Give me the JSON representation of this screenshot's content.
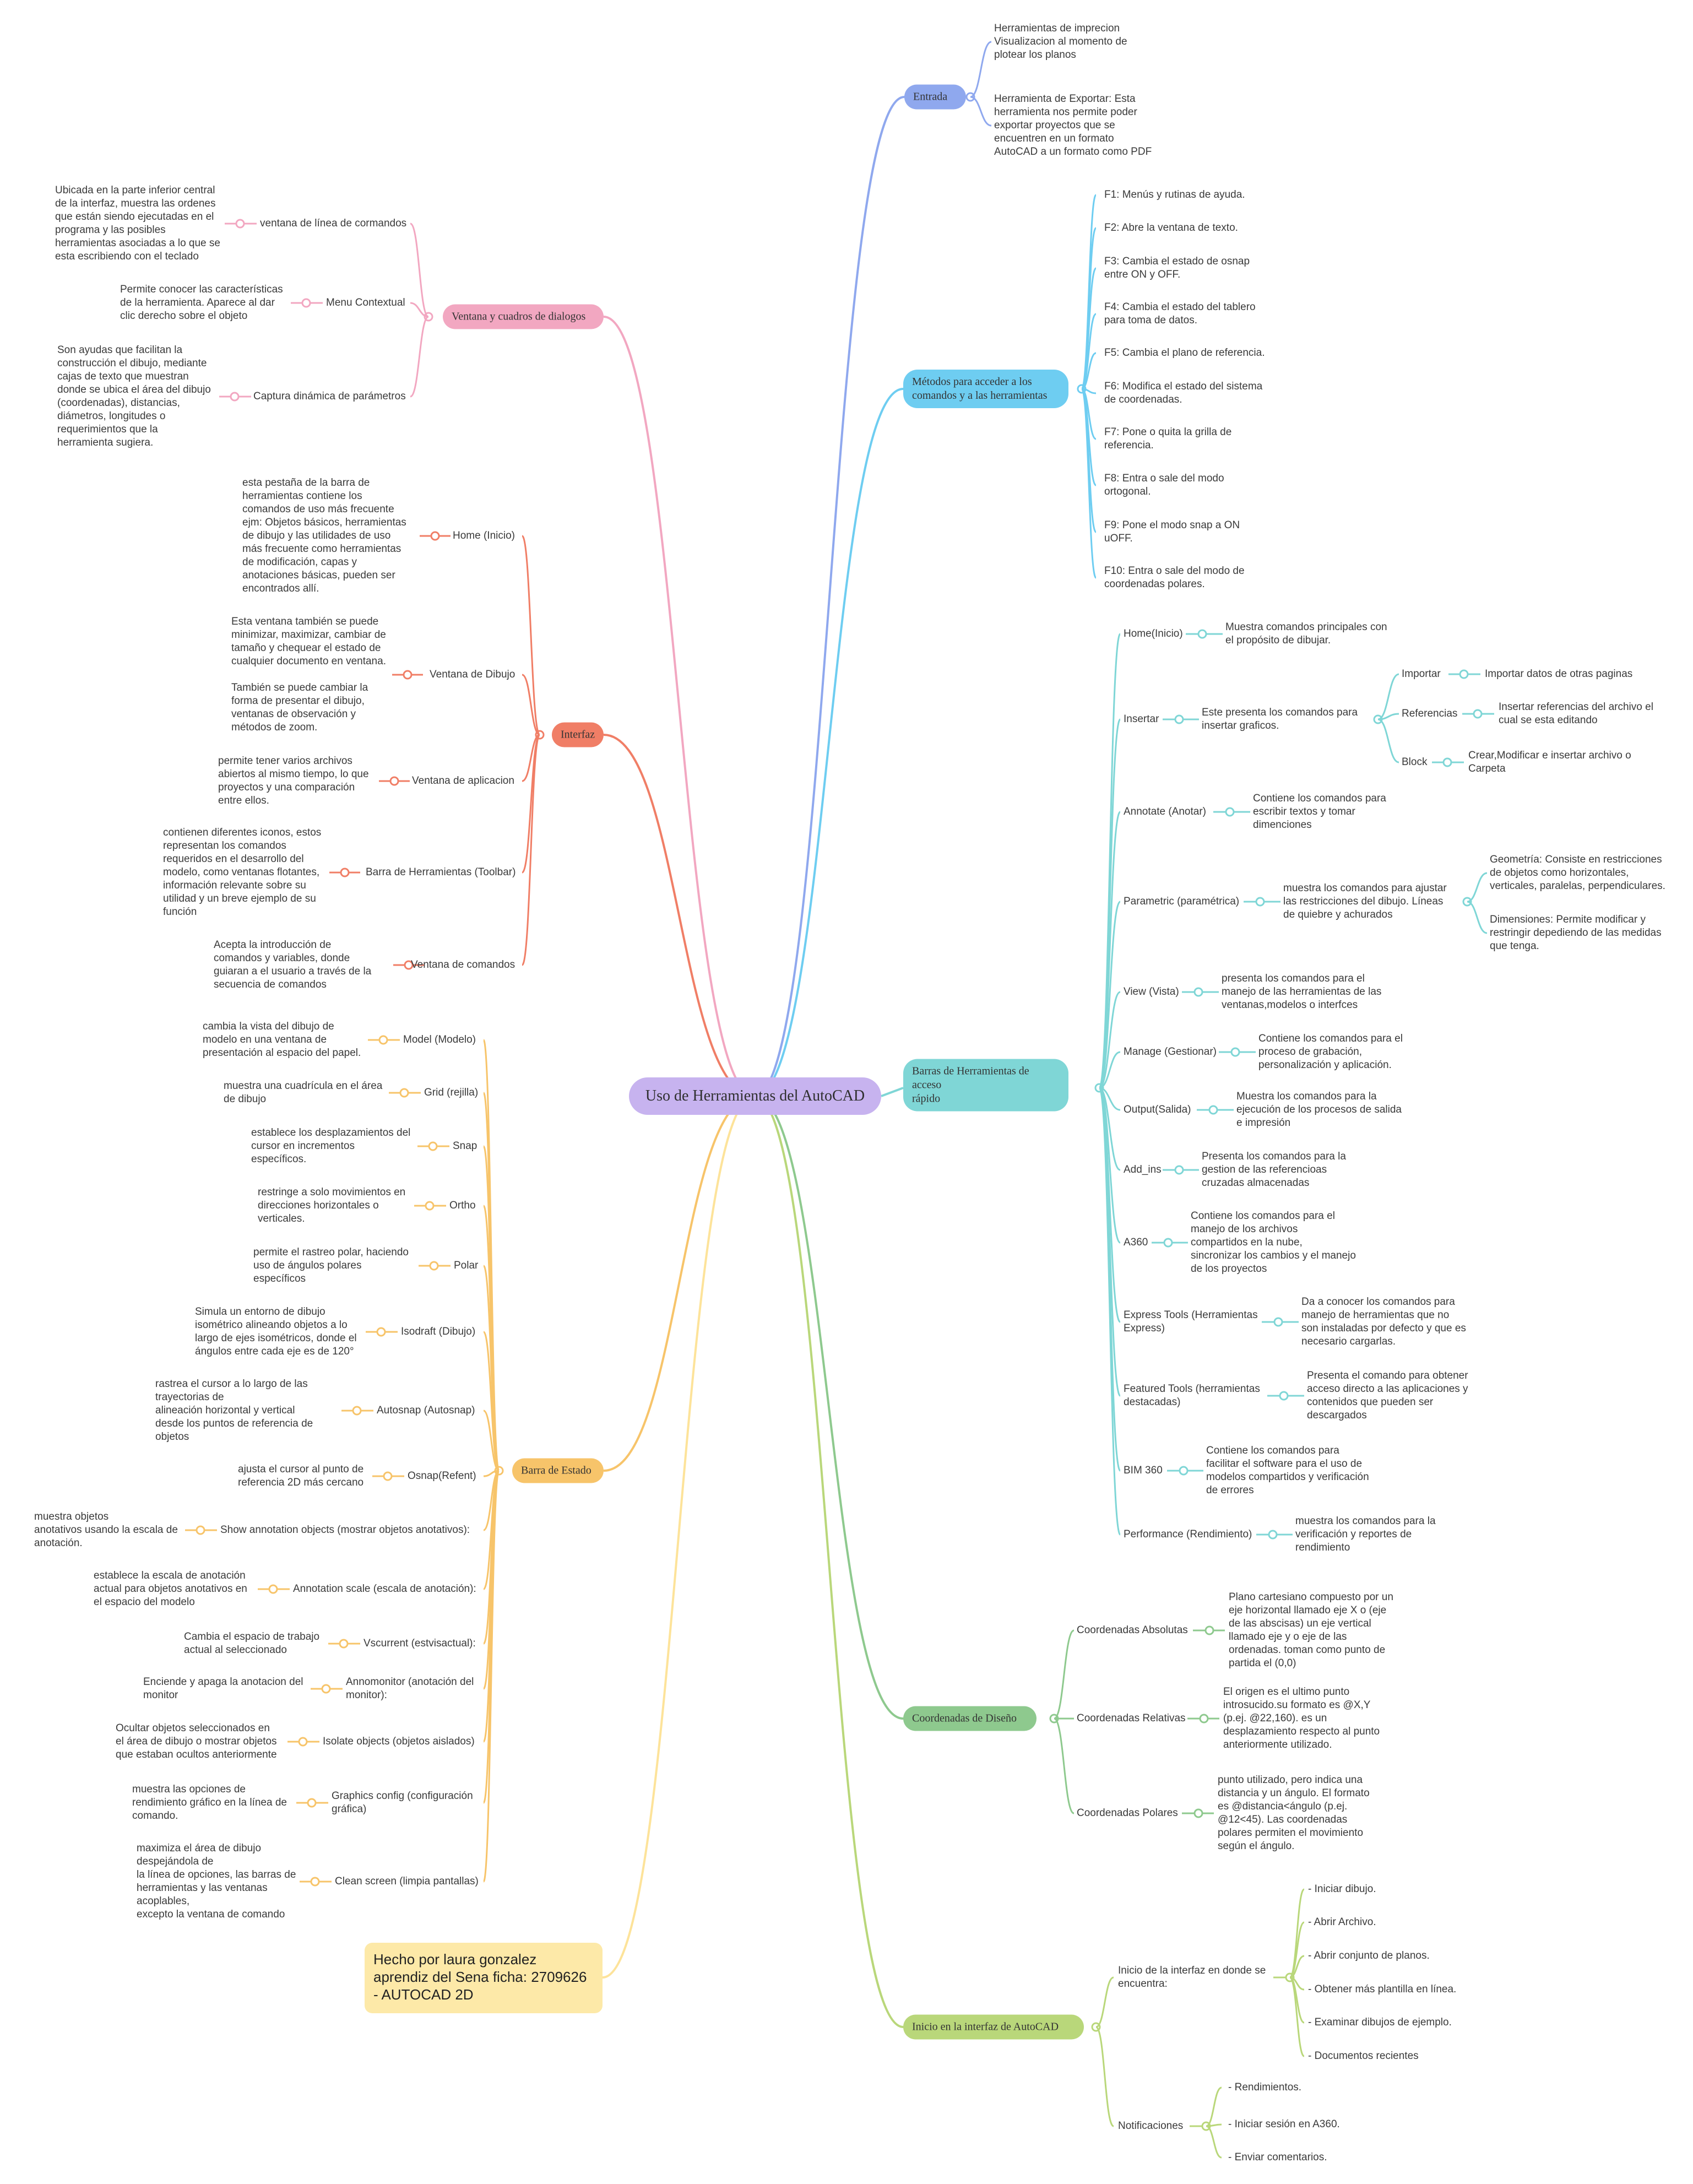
{
  "root": "Uso de Herramientas del AutoCAD",
  "note": "Hecho por laura gonzalez aprendiz del Sena ficha: 2709626 - AUTOCAD 2D",
  "colors": {
    "entrada": "#8fa8ee",
    "metodos": "#6ecdf1",
    "barras": "#7fd6d6",
    "coordenadas": "#8ec98e",
    "inicio": "#b9d77a",
    "ventana": "#f2a7c1",
    "interfaz": "#f07e66",
    "estado": "#f7c46a"
  },
  "nodes": {
    "entrada": {
      "label": "Entrada",
      "items": [
        "Herramientas de imprecion\nVisualizacion al momento de\nplotear los planos",
        "Herramienta de Exportar: Esta\nherramienta nos permite poder\nexportar proyectos que se\nencuentren en un formato\nAutoCAD a un formato como PDF"
      ]
    },
    "metodos": {
      "label": "Métodos para acceder a los\ncomandos y a las herramientas",
      "items": [
        "F1: Menús y rutinas de ayuda.",
        "F2: Abre la ventana de texto.",
        "F3: Cambia el estado de osnap\nentre ON y OFF.",
        "F4: Cambia el estado del tablero\npara toma de datos.",
        "F5: Cambia el plano de referencia.",
        "F6: Modifica el estado del sistema\nde coordenadas.",
        "F7: Pone o quita la grilla de\nreferencia.",
        "F8: Entra o sale del modo\nortogonal.",
        "F9: Pone el modo snap a ON\nuOFF.",
        "F10: Entra o sale del modo de\ncoordenadas polares."
      ]
    },
    "barras": {
      "label": "Barras de Herramientas de acceso\nrápido",
      "items": [
        {
          "k": "Home(Inicio)",
          "v": "Muestra comandos principales con\nel propósito de dibujar."
        },
        {
          "k": "Insertar",
          "v": "Este presenta los comandos para\ninsertar graficos."
        },
        {
          "k": "Annotate (Anotar)",
          "v": "Contiene los comandos para\nescribir textos y tomar\ndimenciones"
        },
        {
          "k": "Parametric (paramétrica)",
          "v": "muestra los comandos para ajustar\nlas restricciones del dibujo.  Líneas\nde quiebre y achurados"
        },
        {
          "k": "View (Vista)",
          "v": "presenta los comandos para el\nmanejo de las herramientas de las\nventanas,modelos o interfces"
        },
        {
          "k": "Manage (Gestionar)",
          "v": "Contiene los comandos para el\nproceso de grabación,\npersonalización y aplicación."
        },
        {
          "k": "Output(Salida)",
          "v": "Muestra los comandos para la\nejecución de los procesos de salida\ne impresión"
        },
        {
          "k": "Add_ins",
          "v": "Presenta los comandos para la\ngestion de las referencioas\ncruzadas almacenadas"
        },
        {
          "k": "A360",
          "v": "Contiene los comandos para el\nmanejo de los archivos\ncompartidos en la nube,\nsincronizar los cambios y el manejo\nde los proyectos"
        },
        {
          "k": "Express Tools (Herramientas\nExpress)",
          "v": "Da a conocer los comandos para\nmanejo de herramientas que no\nson instaladas por defecto y que es\nnecesario cargarlas."
        },
        {
          "k": "Featured Tools (herramientas\ndestacadas)",
          "v": "Presenta el comando para obtener\nacceso directo a las aplicaciones y\ncontenidos que pueden ser\ndescargados"
        },
        {
          "k": "BIM 360",
          "v": "Contiene los comandos para\nfacilitar el software para el uso de\nmodelos compartidos y verificación\nde errores"
        },
        {
          "k": "Performance (Rendimiento)",
          "v": "muestra los comandos para la\nverificación y reportes de\nrendimiento"
        }
      ],
      "insertar_sub": [
        {
          "k": "Importar",
          "v": "Importar datos de otras paginas"
        },
        {
          "k": "Referencias",
          "v": "Insertar referencias del archivo el\ncual se esta editando"
        },
        {
          "k": "Block",
          "v": "Crear,Modificar e insertar archivo o\nCarpeta"
        }
      ],
      "parametric_sub": [
        "Geometría: Consiste en restricciones\nde objetos como horizontales,\nverticales, paralelas, perpendiculares.",
        "Dimensiones: Permite modificar y\nrestringir depediendo de las medidas\nque tenga."
      ]
    },
    "coordenadas": {
      "label": "Coordenadas de Diseño",
      "items": [
        {
          "k": "Coordenadas Absolutas",
          "v": "Plano cartesiano compuesto por un\neje horizontal llamado eje X o (eje\nde las abscisas) un eje vertical\nllamado eje y o eje de las\nordenadas. toman como punto de\npartida el (0,0)"
        },
        {
          "k": "Coordenadas Relativas",
          "v": "El origen es el ultimo punto\nintrosucido.su formato es @X,Y\n(p.ej. @22,160). es un\ndesplazamiento respecto al punto\nanteriormente utilizado."
        },
        {
          "k": "Coordenadas Polares",
          "v": "punto utilizado, pero indica una\ndistancia y un ángulo. El formato\nes @distancia<ángulo (p.ej.\n@12<45).  Las coordenadas\npolares permiten el movimiento\nsegún el ángulo."
        }
      ]
    },
    "inicio": {
      "label": "Inicio en la interfaz de AutoCAD",
      "groups": [
        {
          "k": "Inicio de la interfaz en donde se\nencuentra:",
          "items": [
            "- Iniciar dibujo.",
            "- Abrir Archivo.",
            "- Abrir conjunto de planos.",
            "- Obtener más plantilla en línea.",
            "- Examinar dibujos de ejemplo.",
            "- Documentos recientes"
          ]
        },
        {
          "k": "Notificaciones",
          "items": [
            "- Rendimientos.",
            "- Iniciar sesión en A360.",
            "- Enviar comentarios."
          ]
        }
      ]
    },
    "ventana": {
      "label": "Ventana y cuadros de dialogos",
      "items": [
        {
          "k": "ventana de línea de cormandos",
          "v": "Ubicada en la parte inferior central\nde la interfaz, muestra las ordenes\nque están siendo ejecutadas en el\nprograma y las posibles\nherramientas asociadas a lo que se\nesta escribiendo con el teclado"
        },
        {
          "k": "Menu Contextual",
          "v": "Permite conocer las características\nde la herramienta. Aparece al dar\nclic derecho sobre el objeto"
        },
        {
          "k": "Captura dinámica de parámetros",
          "v": "Son ayudas que facilitan la\nconstrucción el dibujo, mediante\ncajas de texto que muestran\ndonde se ubica el área del dibujo\n(coordenadas), distancias,\ndiámetros, longitudes o\nrequerimientos que la\nherramienta sugiera."
        }
      ]
    },
    "interfaz": {
      "label": "Interfaz",
      "items": [
        {
          "k": "Home (Inicio)",
          "v": "esta pestaña de la barra de\nherramientas contiene los\ncomandos de uso más frecuente\n ejm: Objetos básicos, herramientas\nde dibujo y las utilidades de uso\nmás frecuente como herramientas\nde modificación, capas y\nanotaciones básicas, pueden ser\nencontrados allí."
        },
        {
          "k": "Ventana de Dibujo",
          "v": "Esta ventana también se puede\nminimizar, maximizar, cambiar de\ntamaño y chequear el estado de\ncualquier documento en ventana.\n\nTambién se puede cambiar la\nforma de presentar el dibujo,\nventanas de observación y\nmétodos de zoom."
        },
        {
          "k": "Ventana de aplicacion",
          "v": "permite tener varios archivos\nabiertos al mismo tiempo, lo que\nproyectos y una comparación\nentre ellos."
        },
        {
          "k": "Barra de Herramientas (Toolbar)",
          "v": "contienen diferentes iconos, estos\nrepresentan los comandos\nrequeridos en el desarrollo del\nmodelo, como ventanas flotantes,\ninformación relevante sobre su\nutilidad y un breve ejemplo de su\nfunción"
        },
        {
          "k": "Ventana de comandos",
          "v": "Acepta la introducción de\ncomandos y variables, donde\nguiaran a el usuario a través de la\nsecuencia de comandos"
        }
      ]
    },
    "estado": {
      "label": "Barra de Estado",
      "items": [
        {
          "k": "Model (Modelo)",
          "v": "cambia la vista del dibujo de\nmodelo en una ventana de\npresentación al espacio del papel."
        },
        {
          "k": "Grid (rejilla)",
          "v": "muestra una cuadrícula en el área\nde dibujo"
        },
        {
          "k": "Snap",
          "v": "establece los desplazamientos del\ncursor en incrementos\nespecíficos."
        },
        {
          "k": "Ortho",
          "v": "restringe a solo movimientos en\ndirecciones horizontales o\nverticales."
        },
        {
          "k": "Polar",
          "v": "permite el rastreo polar, haciendo\nuso de ángulos polares\nespecíficos"
        },
        {
          "k": "Isodraft (Dibujo)",
          "v": "Simula un entorno de dibujo\nisométrico alineando objetos a lo\nlargo de ejes isométricos, donde el\nángulos entre cada eje es de 120°"
        },
        {
          "k": "Autosnap (Autosnap)",
          "v": "rastrea el cursor a lo largo de las\ntrayectorias de\nalineación horizontal y vertical\ndesde los puntos de referencia de\nobjetos"
        },
        {
          "k": "Osnap(Refent)",
          "v": "ajusta el cursor al punto de\nreferencia 2D más cercano"
        },
        {
          "k": "Show annotation objects (mostrar objetos anotativos):",
          "v": "muestra objetos\nanotativos usando la escala de\nanotación."
        },
        {
          "k": "Annotation scale (escala de anotación):",
          "v": "establece la escala de anotación\nactual para objetos anotativos en\nel espacio del modelo"
        },
        {
          "k": "Vscurrent (estvisactual):",
          "v": "Cambia el espacio de trabajo\nactual al seleccionado"
        },
        {
          "k": "Annomonitor (anotación del\nmonitor):",
          "v": "Enciende y apaga la anotacion del\nmonitor"
        },
        {
          "k": "Isolate objects (objetos aislados)",
          "v": "Ocultar objetos seleccionados en\nel área de dibujo o mostrar objetos\nque estaban ocultos anteriormente"
        },
        {
          "k": "Graphics config (configuración\ngráfica)",
          "v": "muestra las opciones de\nrendimiento gráfico en la línea de\ncomando."
        },
        {
          "k": "Clean screen (limpia pantallas)",
          "v": "maximiza el área de dibujo\ndespejándola de\nla línea de opciones, las barras de\nherramientas y las ventanas\nacoplables,\nexcepto la ventana de comando"
        }
      ]
    }
  }
}
